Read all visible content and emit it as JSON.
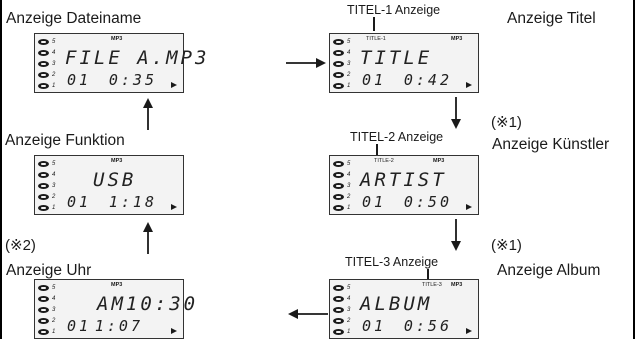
{
  "displays": [
    {
      "label": "Anzeige Dateiname",
      "tag": "MP3",
      "tag2": "",
      "main": "FILE A.MP3",
      "track": "01",
      "time": "0:35"
    },
    {
      "label": "Anzeige Titel",
      "tag": "MP3",
      "tag2": "TITLE-1",
      "main": "TITLE",
      "track": "01",
      "time": "0:42",
      "callout": "TITEL-1 Anzeige"
    },
    {
      "label": "Anzeige Künstler",
      "tag": "MP3",
      "tag2": "TITLE-2",
      "main": "ARTIST",
      "track": "01",
      "time": "0:50",
      "callout": "TITEL-2 Anzeige",
      "note": "(※1)"
    },
    {
      "label": "Anzeige Album",
      "tag": "MP3",
      "tag2": "TITLE-3",
      "main": "ALBUM",
      "track": "01",
      "time": "0:56",
      "callout": "TITEL-3 Anzeige",
      "note": "(※1)"
    },
    {
      "label": "Anzeige Uhr",
      "tag": "MP3",
      "tag2": "",
      "main": "AM10:30",
      "track": "01",
      "time": "1:07",
      "note": "(※2)"
    },
    {
      "label": "Anzeige Funktion",
      "tag": "MP3",
      "tag2": "",
      "main": "USB",
      "track": "01",
      "time": "1:18"
    }
  ],
  "presets": [
    "5",
    "4",
    "3",
    "2",
    "1"
  ],
  "icons": {
    "preset": "cd-disc-icon",
    "play": "play-icon",
    "arrow": "arrow-icon"
  }
}
